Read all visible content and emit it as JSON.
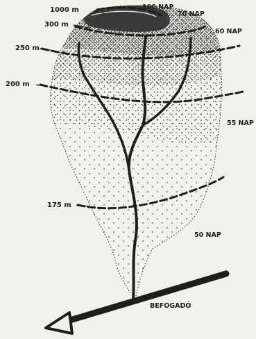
{
  "diagram": {
    "elevation_labels": [
      "1000 m",
      "300 m",
      "250 m",
      "200 m",
      "175 m"
    ],
    "day_labels": [
      "100 NAP",
      "70 NAP",
      "60 NAP",
      "55 NAP",
      "50 NAP"
    ],
    "outlet_label": "BEFOGADÓ"
  },
  "colors": {
    "ink": "#1e1e1e",
    "paper": "#f1f1ec",
    "summit": "#3a3a3a"
  }
}
